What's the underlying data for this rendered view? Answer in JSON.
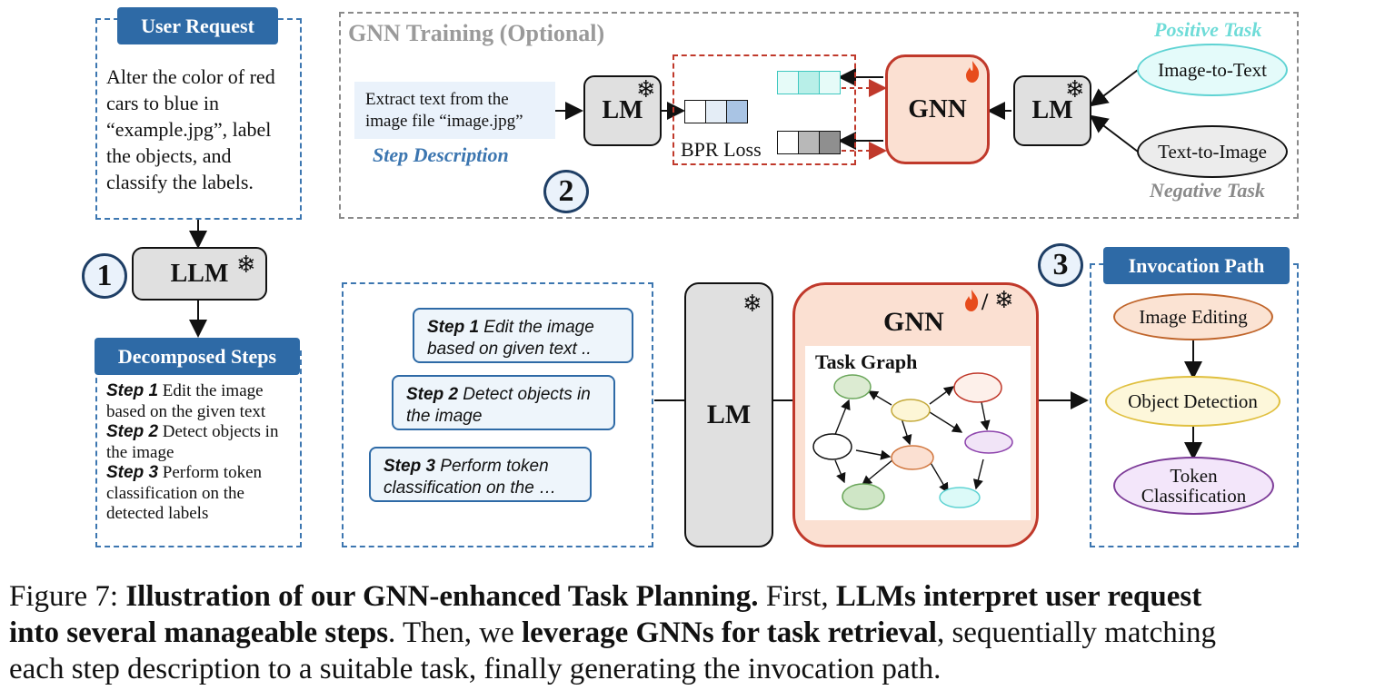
{
  "user_request": {
    "header": "User Request",
    "text": "Alter the color of red cars to blue in “example.jpg”, label the objects, and classify the labels."
  },
  "llm": {
    "label": "LLM",
    "step_number": "1"
  },
  "decomposed": {
    "header": "Decomposed Steps",
    "steps": [
      {
        "label": "Step 1",
        "text": " Edit the image based on the given text"
      },
      {
        "label": "Step 2",
        "text": " Detect objects in the image"
      },
      {
        "label": "Step 3",
        "text": " Perform token classification on the detected labels"
      }
    ]
  },
  "gnn_training": {
    "title": "GNN Training (Optional)",
    "step_number": "2",
    "description_text": "Extract text from the image file “image.jpg”",
    "description_label": "Step Description",
    "lm_left": "LM",
    "lm_right": "LM",
    "bpr_loss": "BPR Loss",
    "gnn": "GNN",
    "positive_label": "Positive Task",
    "negative_label": "Negative Task",
    "positive_task": "Image-to-Text",
    "negative_task": "Text-to-Image"
  },
  "inference": {
    "steps": [
      {
        "label": "Step 1",
        "text": " Edit the image based on  given text .."
      },
      {
        "label": "Step 2",
        "text": " Detect objects in the image"
      },
      {
        "label": "Step 3",
        "text": " Perform token classification on the …"
      }
    ],
    "lm": "LM",
    "gnn": "GNN",
    "slash": "/",
    "task_graph": "Task Graph"
  },
  "invocation": {
    "step_number": "3",
    "header": "Invocation Path",
    "items": [
      "Image Editing",
      "Object Detection",
      "Token Classification"
    ]
  },
  "caption": {
    "figure": "Figure 7: ",
    "bold1": "Illustration of our GNN-enhanced Task Planning.",
    "t1": " First, ",
    "bold2": "LLMs interpret user request into several manageable steps",
    "t2": ". Then, we ",
    "bold3": "leverage GNNs for task retrieval",
    "t3": ", sequentially matching each step description to a suitable task, finally generating the invocation path."
  },
  "colors": {
    "blue_header": "#2e6aa6",
    "gnn_fill": "#fbe0d2",
    "gnn_border": "#c0392b",
    "positive": "#5fd3d3",
    "negative": "#8a8a8a"
  }
}
